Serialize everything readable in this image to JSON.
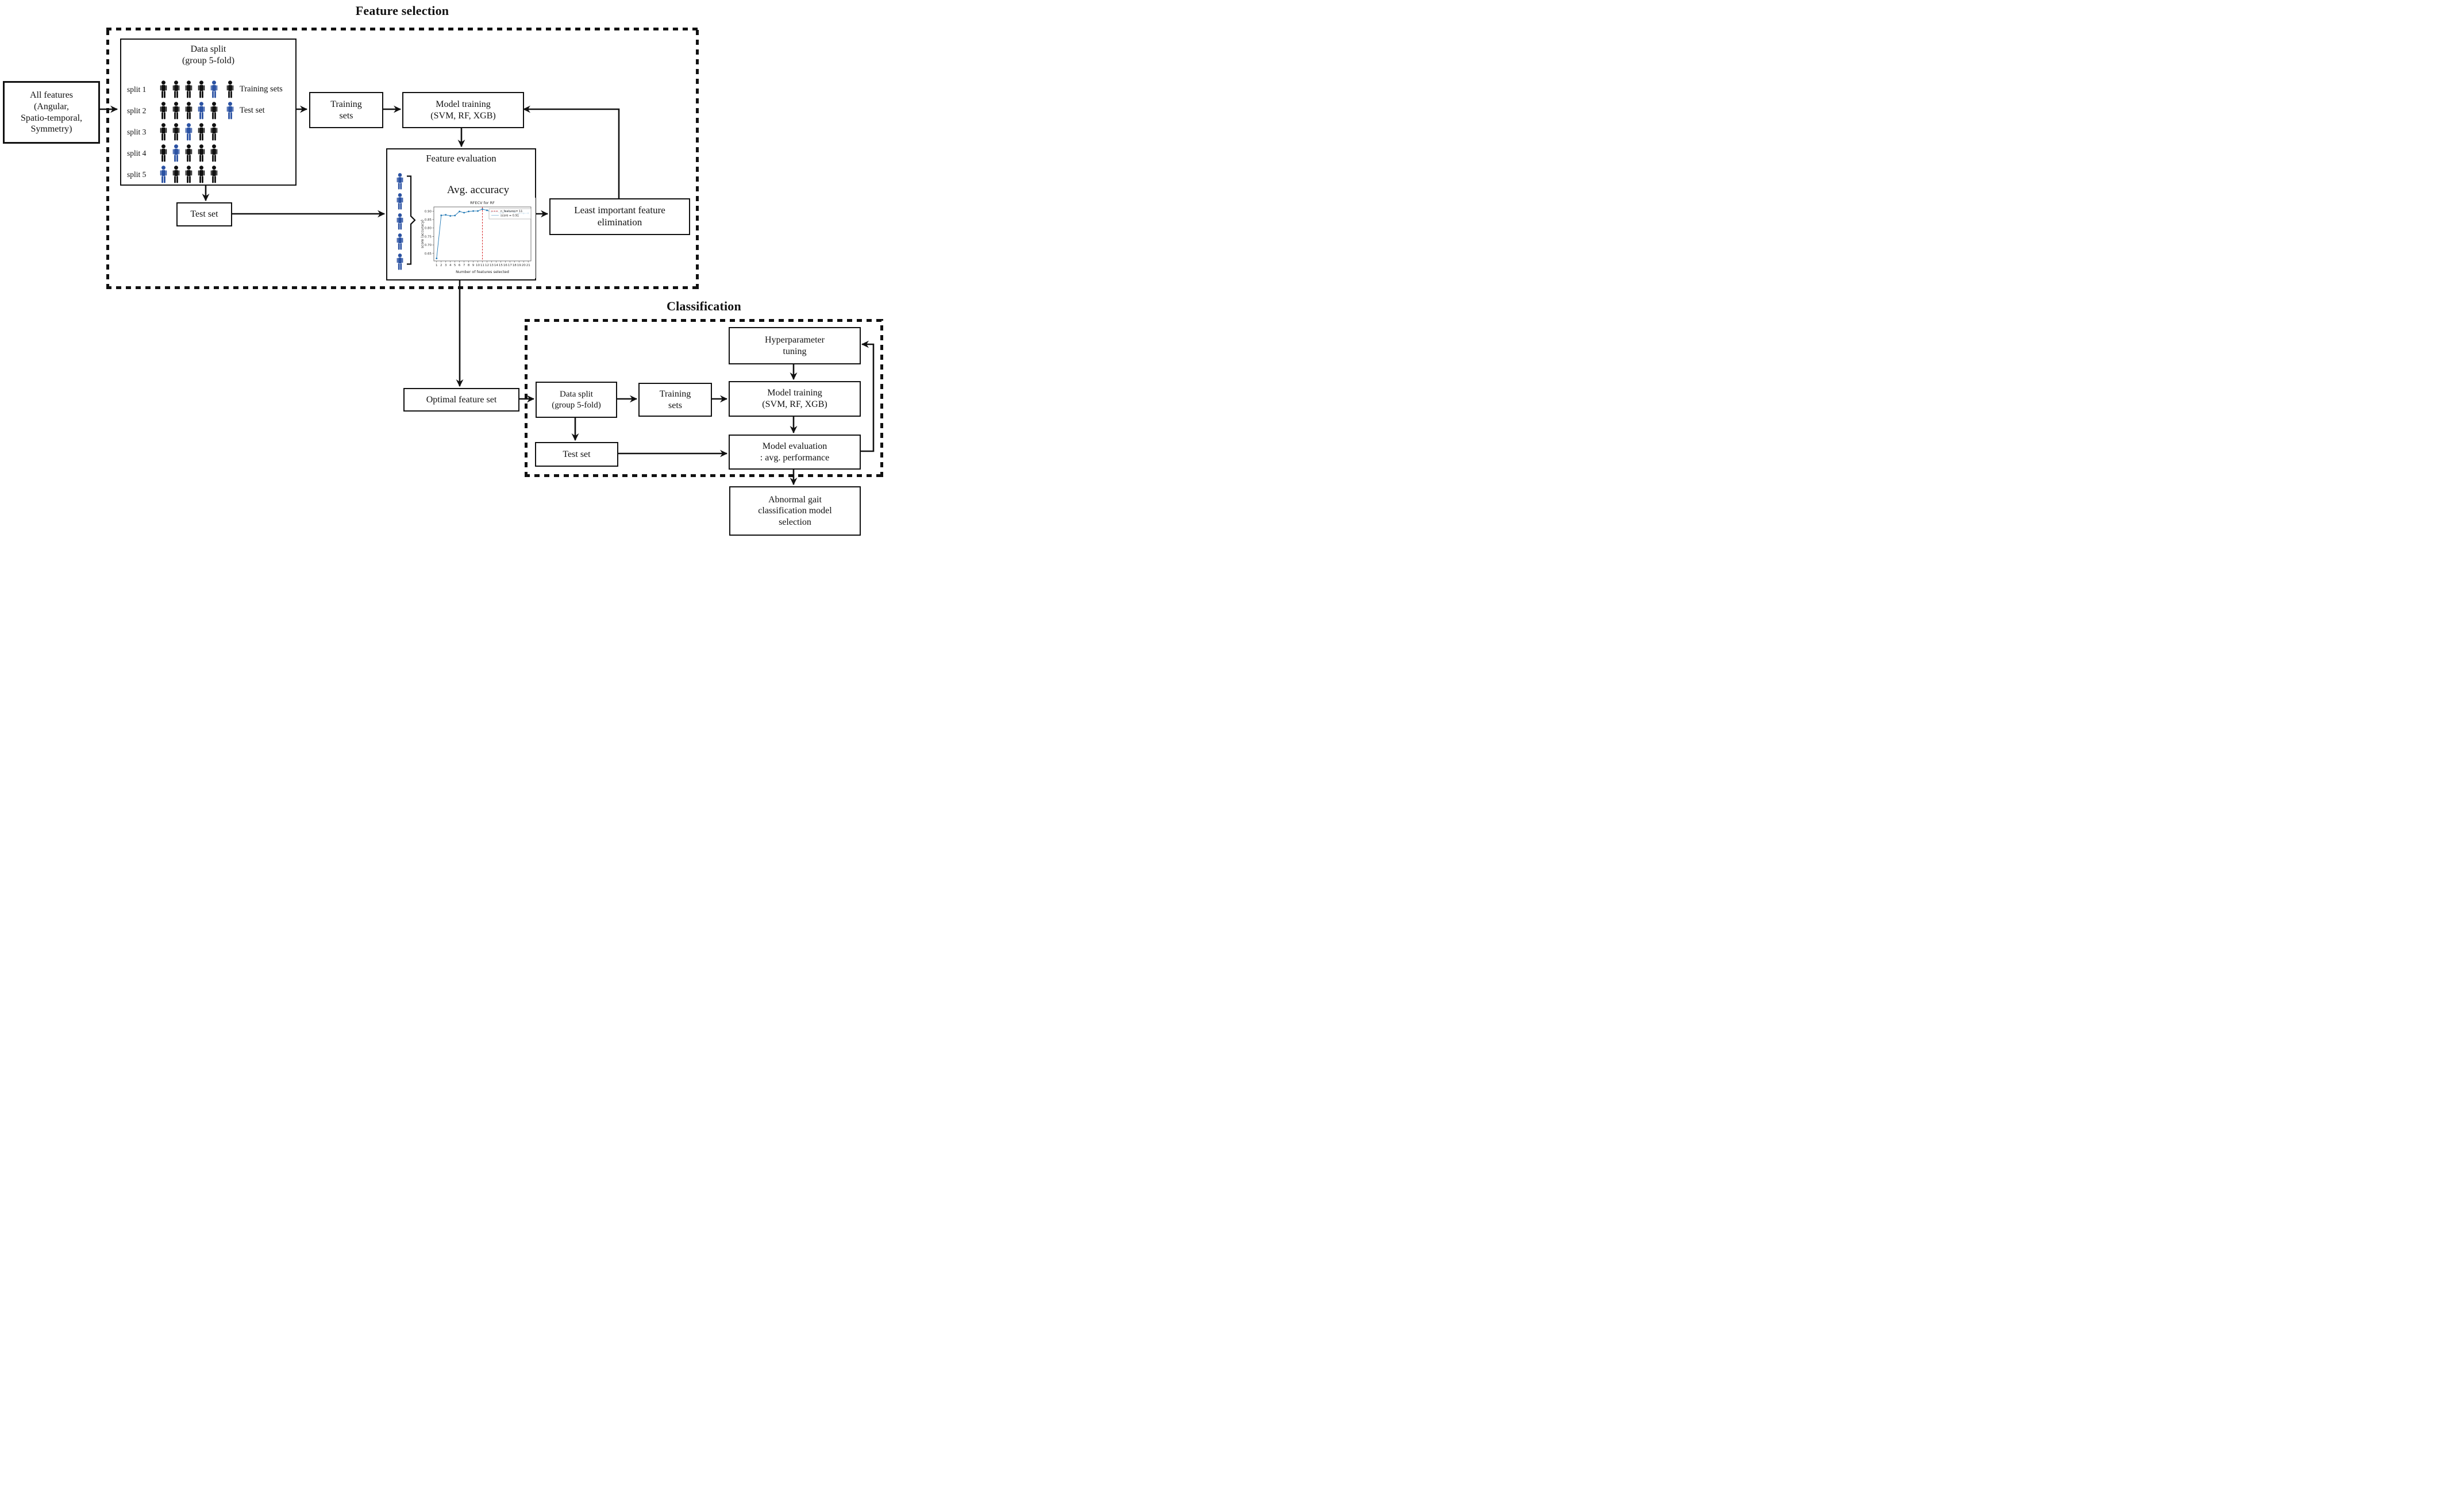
{
  "section_titles": {
    "feature_selection": "Feature selection",
    "classification": "Classification"
  },
  "feature_selection": {
    "all_features": [
      "All features",
      "(Angular,",
      "Spatio-temporal,",
      "Symmetry)"
    ],
    "data_split": {
      "title": [
        "Data split",
        "(group 5-fold)"
      ],
      "splits": [
        {
          "label": "split 1",
          "icons": [
            "train",
            "train",
            "train",
            "train",
            "test"
          ]
        },
        {
          "label": "split 2",
          "icons": [
            "train",
            "train",
            "train",
            "test",
            "train"
          ]
        },
        {
          "label": "split 3",
          "icons": [
            "train",
            "train",
            "test",
            "train",
            "train"
          ]
        },
        {
          "label": "split 4",
          "icons": [
            "train",
            "test",
            "train",
            "train",
            "train"
          ]
        },
        {
          "label": "split 5",
          "icons": [
            "test",
            "train",
            "train",
            "train",
            "train"
          ]
        }
      ],
      "legend": [
        {
          "type": "train",
          "label": "Training sets"
        },
        {
          "type": "test",
          "label": "Test set"
        }
      ]
    },
    "training_sets": [
      "Training",
      "sets"
    ],
    "model_training": [
      "Model training",
      "(SVM, RF, XGB)"
    ],
    "test_set": "Test set",
    "feature_evaluation": {
      "title": "Feature evaluation",
      "subtitle": "Avg. accuracy",
      "person_count": 5
    },
    "least_important": [
      "Least important feature",
      "elimination"
    ],
    "optimal_feature_set": "Optimal feature set"
  },
  "classification": {
    "data_split": [
      "Data split",
      "(group 5-fold)"
    ],
    "training_sets": [
      "Training",
      "sets"
    ],
    "model_training": [
      "Model training",
      "(SVM, RF, XGB)"
    ],
    "hyperparameter_tuning": [
      "Hyperparameter",
      "tuning"
    ],
    "test_set": "Test set",
    "model_evaluation": [
      "Model evaluation",
      ": avg. performance"
    ],
    "abnormal_gait": [
      "Abnormal gait",
      "classification model",
      "selection"
    ]
  },
  "chart_data": {
    "type": "line",
    "title": "RFECV for RF",
    "xlabel": "Number of features selected",
    "ylabel": "score (accuracy)",
    "x": [
      1,
      2,
      3,
      4,
      5,
      6,
      7,
      8,
      9,
      10,
      11,
      12,
      13,
      14,
      15,
      16,
      17,
      18,
      19,
      20,
      21
    ],
    "y": [
      0.62,
      0.875,
      0.878,
      0.872,
      0.874,
      0.898,
      0.891,
      0.898,
      0.901,
      0.901,
      0.912,
      0.905,
      0.895,
      0.898,
      0.888,
      0.898,
      0.897,
      0.893,
      0.887,
      0.887,
      0.888
    ],
    "yticks": [
      0.65,
      0.7,
      0.75,
      0.8,
      0.85,
      0.9
    ],
    "ylim": [
      0.605,
      0.925
    ],
    "xlim_pad": 0.6,
    "vline_x": 11,
    "legend": [
      {
        "marker": "vline",
        "label": "n_features= 11"
      },
      {
        "marker": "line",
        "label": "score = 0.91"
      }
    ],
    "legend_position": "upper right",
    "grid": false,
    "line_color": "#1f77b4",
    "vline_color": "#d62728"
  },
  "colors": {
    "train_icon": "#111111",
    "test_icon": "#2b52a3",
    "box_border": "#111111",
    "arrow": "#111111"
  }
}
